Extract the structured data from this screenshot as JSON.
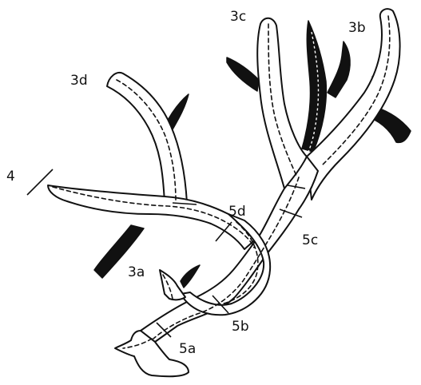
{
  "labels": {
    "l3a": "3a",
    "l3b": "3b",
    "l3c": "3c",
    "l3d": "3d",
    "l4": "4",
    "l5a": "5a",
    "l5b": "5b",
    "l5c": "5c",
    "l5d": "5d"
  }
}
